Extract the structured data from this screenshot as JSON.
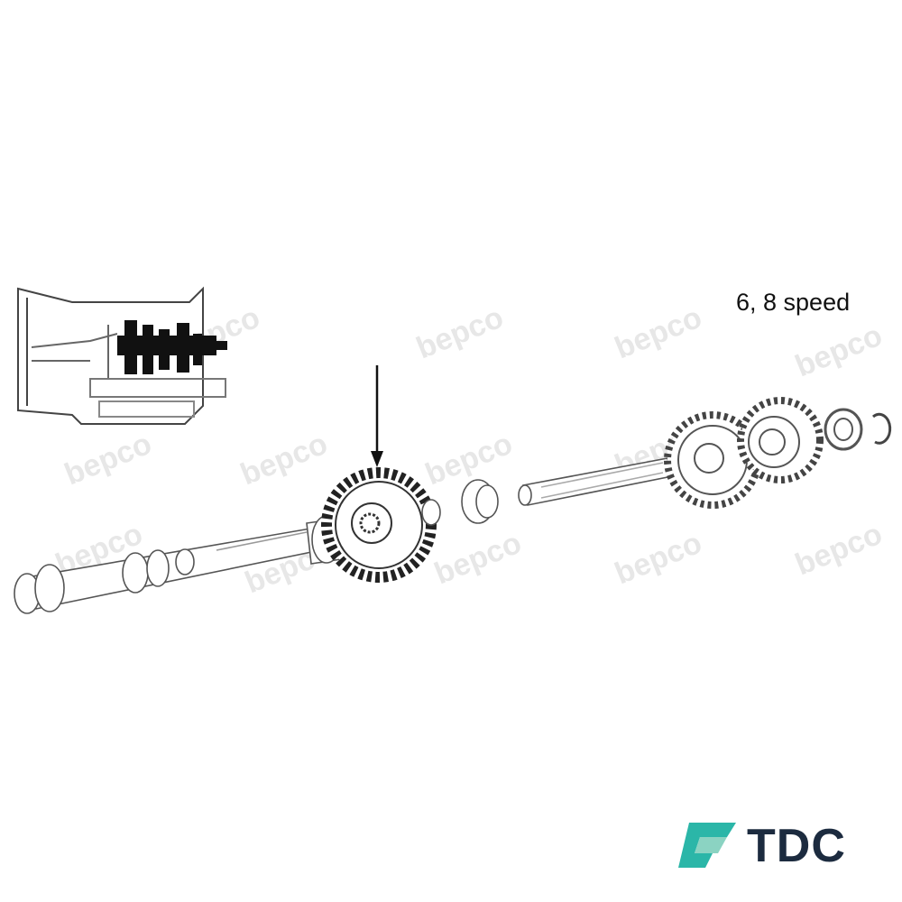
{
  "diagram": {
    "caption": "6, 8 speed",
    "watermark_text": "bepco",
    "brand": {
      "text": "TDC",
      "color": "#1c2b3f",
      "accent": "#2bb6a8"
    }
  }
}
